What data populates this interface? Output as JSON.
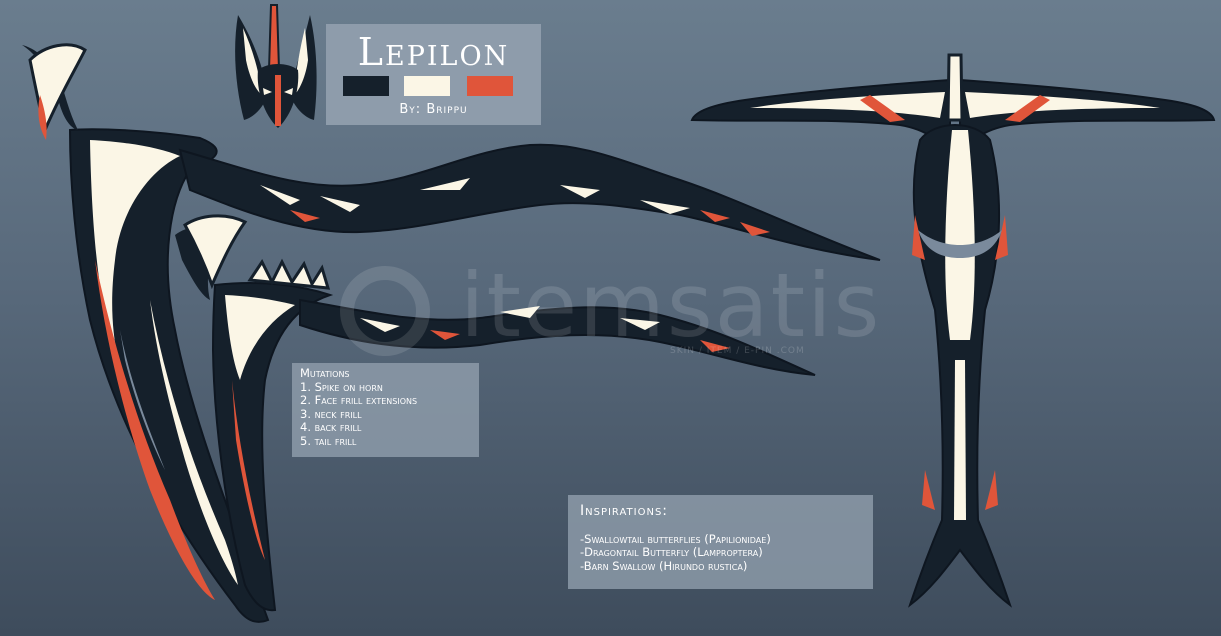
{
  "title": "Lepilon",
  "byline": "By: Brippu",
  "palette": {
    "navy": "#15202b",
    "cream": "#fbf6e6",
    "orange": "#e0553a",
    "grey_blue": "#7a8a9c",
    "background": "#5a6b7d"
  },
  "mutations": {
    "heading": "Mutations",
    "items": [
      "1. Spike on horn",
      "2. Face frill extensions",
      "3. neck frill",
      "4. back frill",
      "5. tail frill"
    ]
  },
  "inspirations": {
    "heading": "Inspirations:",
    "items": [
      "-Swallowtail butterflies (Papilionidae)",
      "-Dragontail Butterfly (Lamproptera)",
      "-Barn Swallow (Hirundo rustica)"
    ]
  },
  "watermark": {
    "text": "itemsatis",
    "subtext": "SKIN / ITEM / E-PIN .COM"
  }
}
